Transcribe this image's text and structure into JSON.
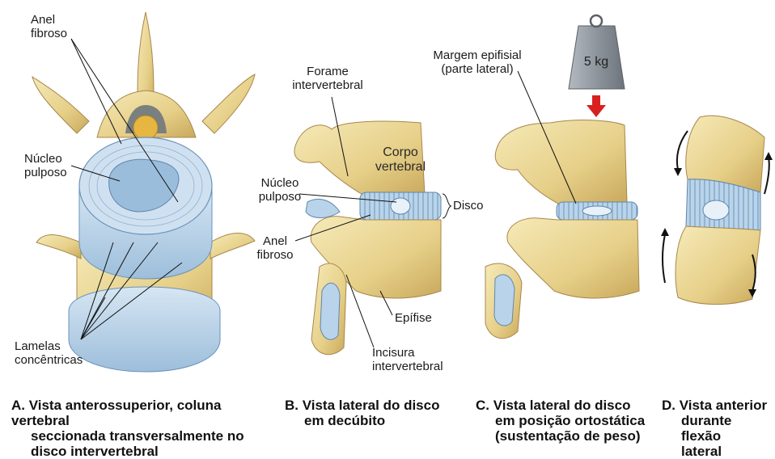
{
  "colors": {
    "bone": "#eedd9c",
    "bone_shade": "#c9a95c",
    "bone_dark": "#a8874a",
    "disc": "#b9d4ea",
    "disc_line": "#6a93b9",
    "nucleus": "#9bbddc",
    "weight": "#8e959c",
    "arrow_red": "#d92020",
    "label_line": "#111111"
  },
  "panel_a": {
    "labels": {
      "anel": [
        "Anel",
        "fibroso"
      ],
      "nucleo": [
        "Núcleo",
        "pulposo"
      ],
      "lamelas": [
        "Lamelas",
        "concêntricas"
      ]
    },
    "caption": [
      "A. Vista anterossuperior, coluna vertebral",
      "seccionada transversalmente no",
      "disco intervertebral"
    ]
  },
  "panel_b": {
    "labels": {
      "forame": [
        "Forame",
        "intervertebral"
      ],
      "corpo": [
        "Corpo",
        "vertebral"
      ],
      "nucleo": [
        "Núcleo",
        "pulposo"
      ],
      "disco": "Disco",
      "anel": [
        "Anel",
        "fibroso"
      ],
      "epifise": "Epífise",
      "incisura": [
        "Incisura",
        "intervertebral"
      ]
    },
    "caption": [
      "B. Vista lateral do disco",
      "em decúbito"
    ]
  },
  "panel_c": {
    "labels": {
      "margem": [
        "Margem epifisial",
        "(parte lateral)"
      ],
      "weight": "5 kg"
    },
    "caption": [
      "C. Vista lateral do disco",
      "em posição ortostática",
      "(sustentação de peso)"
    ]
  },
  "panel_d": {
    "caption": [
      "D. Vista anterior",
      "durante flexão",
      "lateral"
    ]
  }
}
